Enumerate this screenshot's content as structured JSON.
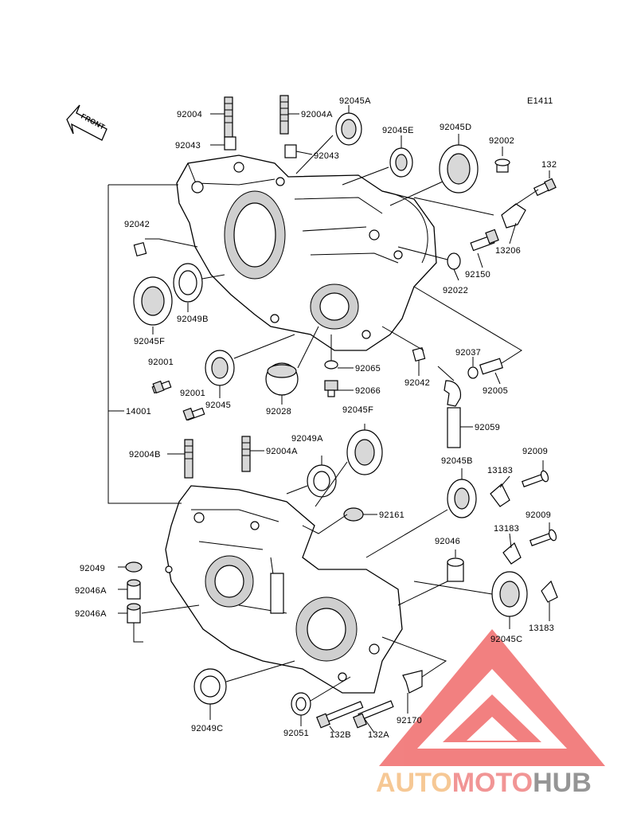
{
  "diagram": {
    "code": "E1411",
    "front_label": "FRONT",
    "labels": {
      "p92004_top": "92004",
      "p92004A_top": "92004A",
      "p92045A": "92045A",
      "p92045E": "92045E",
      "p92045D": "92045D",
      "p92002": "92002",
      "p132_top": "132",
      "p92043_left": "92043",
      "p92043_right": "92043",
      "p92042_left": "92042",
      "p13206": "13206",
      "p92150": "92150",
      "p92022": "92022",
      "p92049B": "92049B",
      "p92045F_left": "92045F",
      "p92001_a": "92001",
      "p92001_b": "92001",
      "p92045": "92045",
      "p92028": "92028",
      "p92065": "92065",
      "p92066": "92066",
      "p92042_right": "92042",
      "p92037": "92037",
      "p92005": "92005",
      "p14001": "14001",
      "p92045F_right": "92045F",
      "p92059": "92059",
      "p92004B": "92004B",
      "p92004A_mid": "92004A",
      "p92049A": "92049A",
      "p92045B": "92045B",
      "p13183_a": "13183",
      "p92009_a": "92009",
      "p92161": "92161",
      "p92046": "92046",
      "p13183_b": "13183",
      "p92009_b": "92009",
      "p92049": "92049",
      "p92046A_a": "92046A",
      "p92046A_b": "92046A",
      "p13183_c": "13183",
      "p92045C": "92045C",
      "p92049C": "92049C",
      "p92051": "92051",
      "p132B": "132B",
      "p132A": "132A",
      "p92170": "92170"
    }
  },
  "watermark": {
    "part1": "AUTO",
    "part2": "MOTO",
    "part3": "HUB",
    "colors": {
      "auto": "#f6c38a",
      "moto": "#f08a8a",
      "hub": "#8a8a8a",
      "triangle": "#f06b6b"
    }
  }
}
